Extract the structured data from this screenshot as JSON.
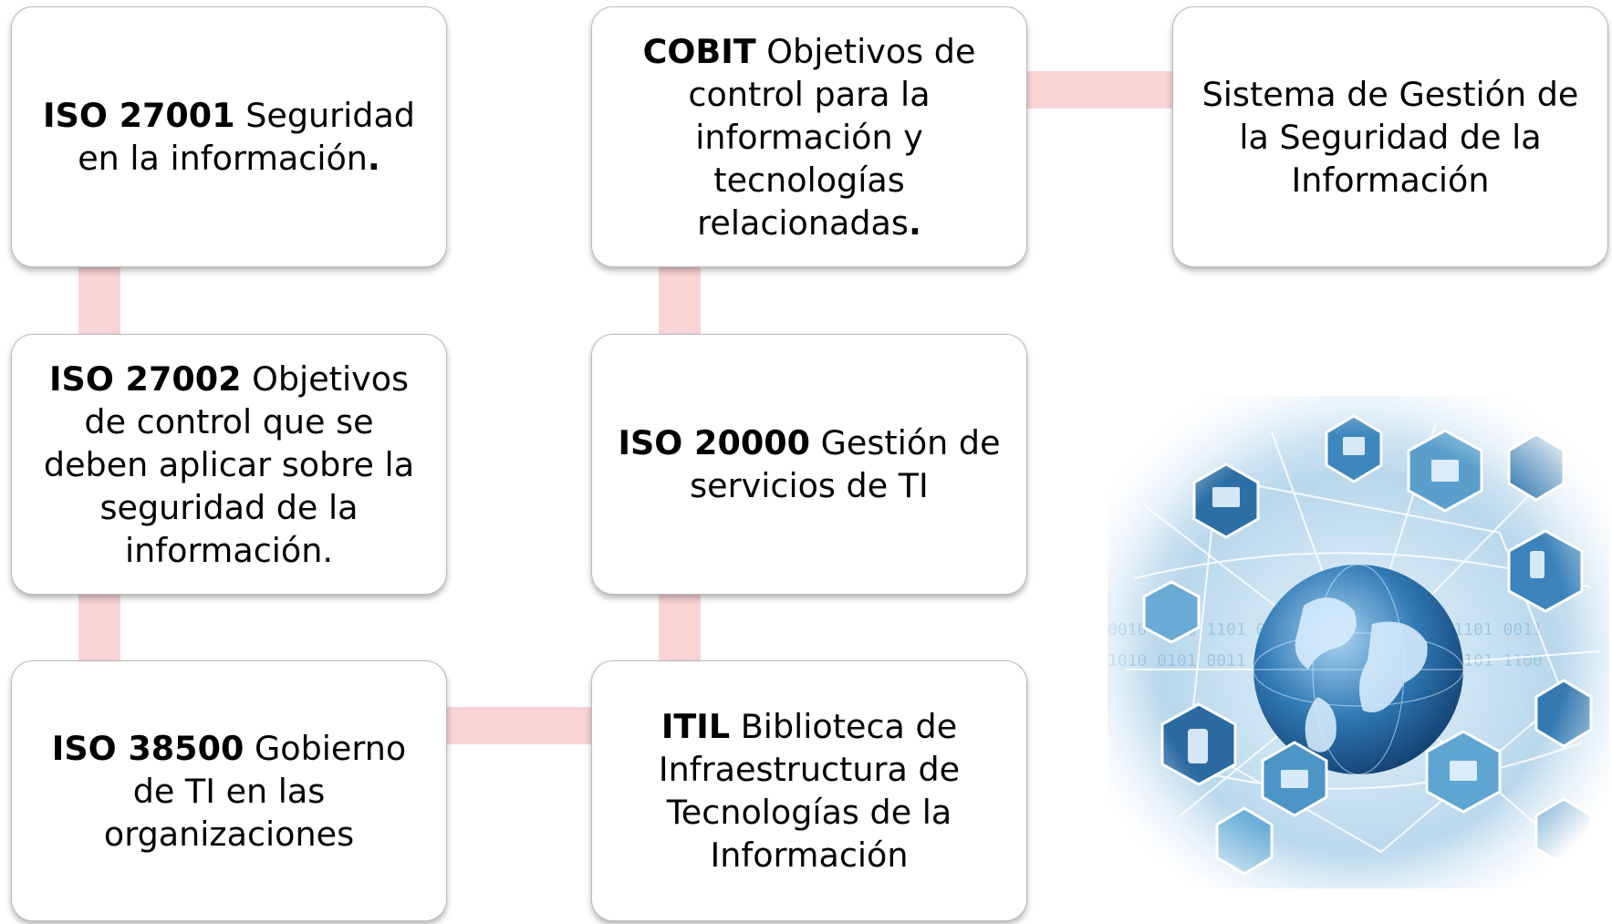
{
  "nodes": {
    "iso27001": {
      "code": "ISO 27001",
      "text": " Seguridad en la información",
      "end": "."
    },
    "iso27002": {
      "code": "ISO 27002",
      "text": " Objetivos de control que se deben aplicar sobre la seguridad de la información.",
      "end": ""
    },
    "iso38500": {
      "code": "ISO 38500",
      "text": " Gobierno  de TI en las organizaciones",
      "end": ""
    },
    "cobit": {
      "code": "COBIT",
      "text": " Objetivos de control para la información y tecnologías relacionadas",
      "end": "."
    },
    "iso20000": {
      "code": "ISO 20000",
      "text": " Gestión de servicios de TI",
      "end": ""
    },
    "itil": {
      "code": "ITIL",
      "text": " Biblioteca de Infraestructura de Tecnologías de la Información",
      "end": ""
    },
    "sgsi": {
      "text": "Sistema de Gestión de la Seguridad de la Información"
    }
  },
  "colors": {
    "connector": "#f8d4d6",
    "card_border": "#b9b9b9",
    "image_tint": "#3f86b8"
  },
  "image": {
    "subject": "tech network globe with hexagon device icons"
  }
}
